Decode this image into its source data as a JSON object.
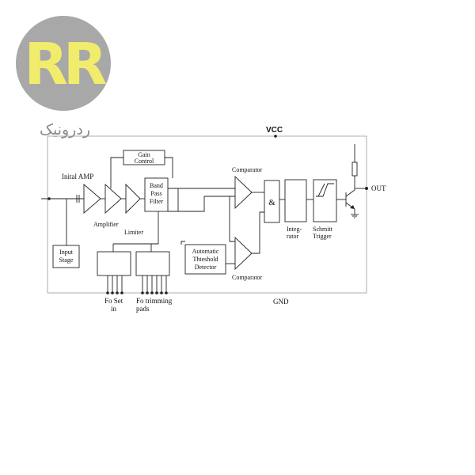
{
  "brand": {
    "name": "ردرونیک",
    "logo_letters": "RR",
    "colors": {
      "circle": "#a8a8a8",
      "letters": "#f2ec6c"
    }
  },
  "rails": {
    "vcc": "VCC",
    "gnd": "GND",
    "out": "OUT"
  },
  "blocks": {
    "initial_amp": "Inital AMP",
    "amplifier": "Amplifier",
    "limiter": "Limiter",
    "gain_control": [
      "Gain",
      "Control"
    ],
    "band_pass_filter": [
      "Band",
      "Pass",
      "Filter"
    ],
    "input_stage": [
      "Input",
      "Stage"
    ],
    "comparator_top": "Comparator",
    "comparator_bottom": "Comparator",
    "and_gate": "&",
    "threshold_detector": [
      "Automatic",
      "Thteshold",
      "Detector"
    ],
    "integrator": [
      "Integ-",
      "rator"
    ],
    "schmitt_trigger": [
      "Schmitt",
      "Trigger"
    ],
    "fo_set": [
      "Fo Set",
      "in"
    ],
    "fo_trimming": [
      "Fo trimming",
      "pads"
    ]
  }
}
